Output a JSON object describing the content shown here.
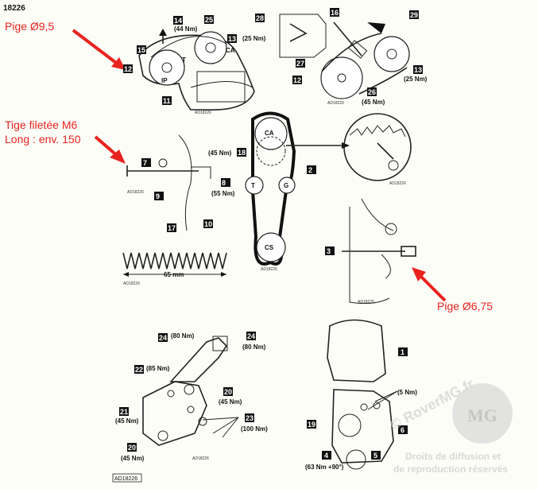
{
  "doc_ref": "18226",
  "red_notes": {
    "pige_95": "Pige Ø9,5",
    "tige_line1": "Tige filetée M6",
    "tige_line2": "Long : env. 150",
    "pige_675": "Pige Ø6,75"
  },
  "ad_code": "AD18226",
  "callouts": {
    "c1": "1",
    "c2": "2",
    "c3": "3",
    "c4": "4",
    "c5": "5",
    "c6": "6",
    "c7": "7",
    "c8": "8",
    "c9": "9",
    "c10": "10",
    "c11": "11",
    "c12": "12",
    "c13": "13",
    "c14": "14",
    "c15": "15",
    "c16": "16",
    "c17": "17",
    "c18": "18",
    "c19": "19",
    "c20": "20",
    "c21": "21",
    "c22": "22",
    "c23": "23",
    "c24": "24",
    "c25": "25",
    "c26": "26",
    "c27": "27",
    "c28": "28",
    "c29": "29"
  },
  "pulley_labels": {
    "ca": "CA",
    "cs": "CS",
    "g": "G",
    "t": "T",
    "ip": "IP"
  },
  "torques": {
    "n44": "(44 Nm)",
    "n25": "(25 Nm)",
    "n45": "(45 Nm)",
    "n55": "(55 Nm)",
    "n80": "(80 Nm)",
    "n85": "(85 Nm)",
    "n100": "(100 Nm)",
    "n5": "(5 Nm)",
    "n63": "(63 Nm +90°)"
  },
  "dimension": "65 mm",
  "watermark": {
    "site": "© RoverMG.fr",
    "rights1": "Droits de diffusion et",
    "rights2": "de reproduction réservés"
  },
  "colors": {
    "arrow_red": "#e8231f",
    "ink": "#111111",
    "watermark": "#cfcfcf"
  }
}
